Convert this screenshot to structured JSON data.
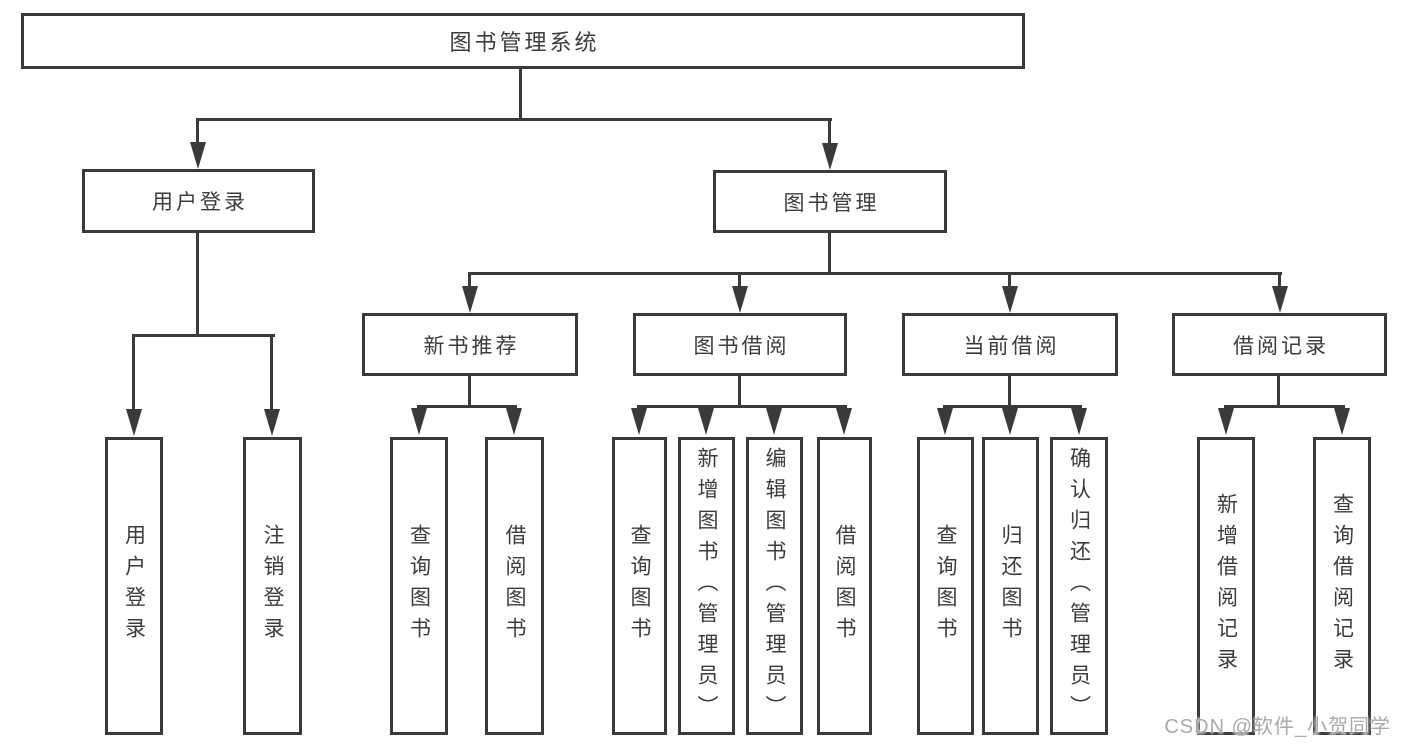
{
  "colors": {
    "line": "#3a3a3a",
    "text": "#3c3c3c",
    "watermark_text": "#aaaaaa",
    "background": "#ffffff"
  },
  "watermark": "CSDN @软件_小贺同学",
  "nodes": {
    "root": "图书管理系统",
    "user_login": "用户登录",
    "book_mgmt": "图书管理",
    "new_books": "新书推荐",
    "book_borrow": "图书借阅",
    "current_borrow": "当前借阅",
    "borrow_records": "借阅记录",
    "leaves": {
      "user_login": [
        "用户登录",
        "注销登录"
      ],
      "new_books": [
        "查询图书",
        "借阅图书"
      ],
      "book_borrow": [
        "查询图书",
        "新增图书（管理员）",
        "编辑图书（管理员）",
        "借阅图书"
      ],
      "current_borrow": [
        "查询图书",
        "归还图书",
        "确认归还（管理员）"
      ],
      "borrow_records": [
        "新增借阅记录",
        "查询借阅记录"
      ]
    }
  }
}
